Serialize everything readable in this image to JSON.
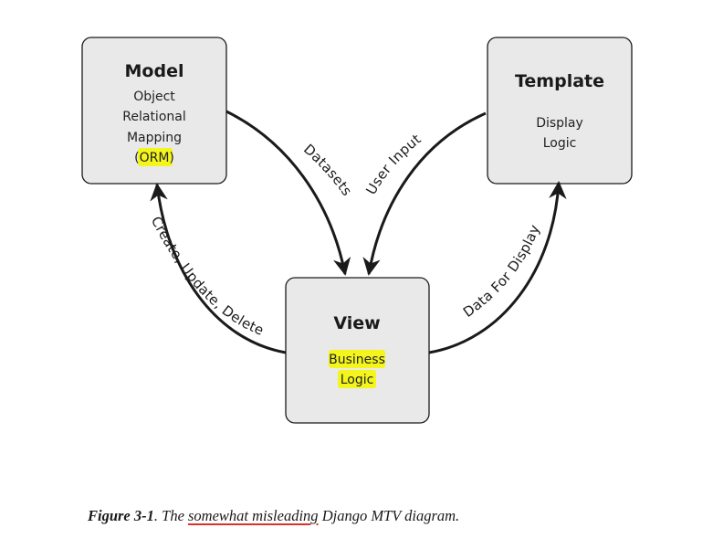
{
  "model": {
    "title": "Model",
    "lines": [
      "Object",
      "Relational",
      "Mapping"
    ],
    "orm_open": "(",
    "orm_text": "ORM",
    "orm_close": ")"
  },
  "template": {
    "title": "Template",
    "lines": [
      "Display",
      "Logic"
    ]
  },
  "view": {
    "title": "View",
    "lines": [
      "Business",
      "Logic"
    ]
  },
  "edges": {
    "datasets": "Datasets",
    "user_input": "User Input",
    "crud": "Create, Update, Delete",
    "data_for_display": "Data For Display"
  },
  "caption": {
    "label": "Figure 3-1",
    "sep": ". ",
    "pre": "The ",
    "underlined": "somewhat misleading",
    "post": " Django MTV diagram."
  },
  "colors": {
    "highlight": "#f3f51c",
    "underline": "#d9322d",
    "box_fill": "#e9e9e9"
  }
}
